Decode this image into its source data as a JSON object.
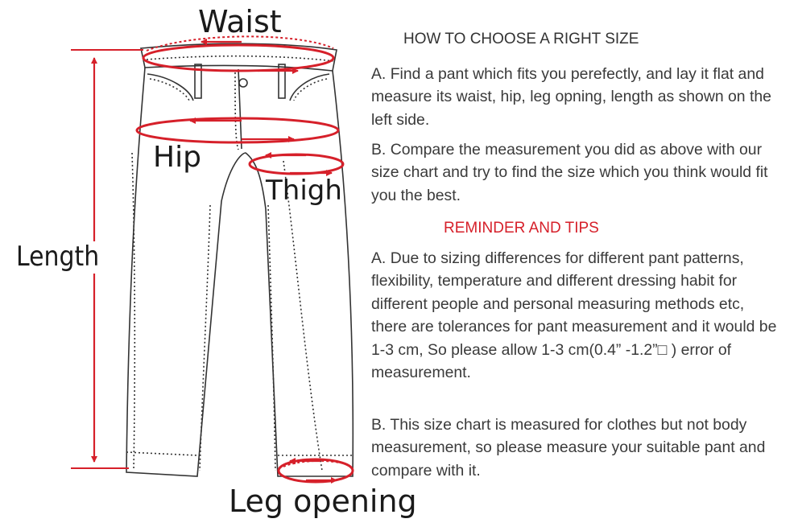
{
  "labels": {
    "waist": "Waist",
    "hip": "Hip",
    "thigh": "Thigh",
    "length": "Length",
    "leg_opening": "Leg opening"
  },
  "guide": {
    "heading": "HOW TO CHOOSE A RIGHT SIZE",
    "step_a": "A. Find a pant which fits you perefectly, and lay it flat and measure its waist, hip, leg opning, length as shown on the left side.",
    "step_b": "B. Compare the measurement you did as above with our  size chart and try to find the size which you think would fit you the best."
  },
  "tips": {
    "heading": "REMINDER AND TIPS",
    "tip_a": "A. Due to sizing differences for different pant patterns, flexibility, temperature and different dressing habit for different people and personal measuring methods etc, there are tolerances for pant measurement and it would be 1-3 cm, So please allow 1-3 cm(0.4” -1.2”□ ) error of measurement.",
    "tip_b": "B. This size chart is measured for clothes but not body measurement, so please measure your suitable pant and compare with it."
  },
  "colors": {
    "measure_red": "#d6202a",
    "outline": "#333333",
    "body_text": "#3a3a3a"
  }
}
